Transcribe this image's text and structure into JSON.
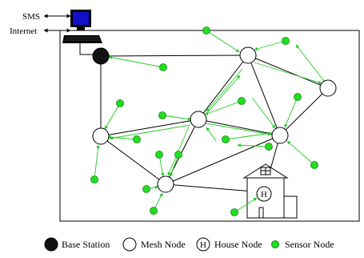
{
  "labels": {
    "sms": "SMS",
    "internet": "Internet",
    "house_letter": "H"
  },
  "legend": {
    "base_station": "Base Station",
    "mesh_node": "Mesh Node",
    "house_node": "House Node",
    "sensor_node": "Sensor Node"
  },
  "colors": {
    "base_station": "#111111",
    "mesh_node": "#ffffff",
    "sensor_node": "#22dd22",
    "sensor_link": "#22cc22",
    "mesh_link": "#000000",
    "computer_screen": "#1010c8"
  },
  "icons": [
    "computer-icon",
    "house-icon"
  ]
}
